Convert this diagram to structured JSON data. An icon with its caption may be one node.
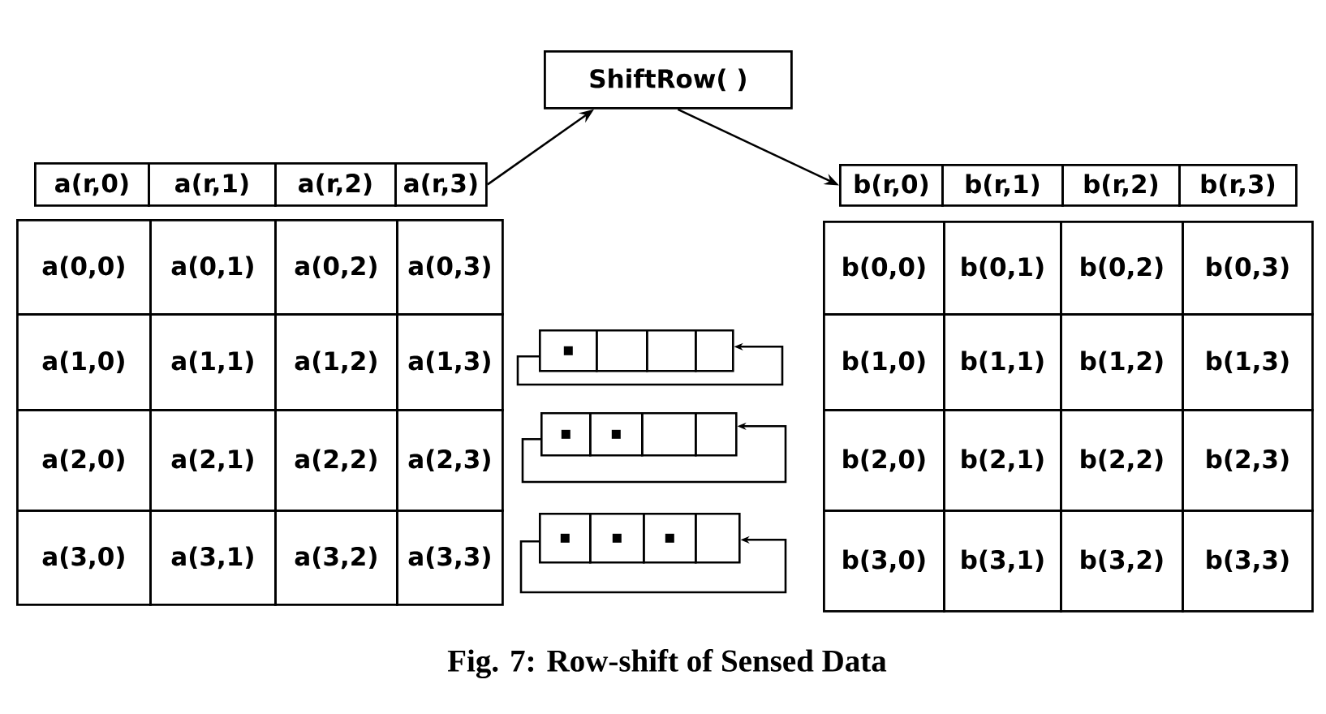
{
  "diagram": {
    "caption": "Fig. 7: Row-shift of Sensed Data",
    "nodes": [
      {
        "text": [
          "ShiftRow( )"
        ]
      },
      {
        "text": [
          "a(r,0)"
        ]
      },
      {
        "text": [
          "a(r,1)"
        ]
      },
      {
        "text": [
          "a(r,2)"
        ]
      },
      {
        "text": [
          "a(r,3)"
        ]
      },
      {
        "text": [
          "b(r,0)"
        ]
      },
      {
        "text": [
          "b(r,1)"
        ]
      },
      {
        "text": [
          "b(r,2)"
        ]
      },
      {
        "text": [
          "b(r,3)"
        ]
      },
      {
        "text": [
          "a(0,0)"
        ]
      },
      {
        "text": [
          "a(0,1)"
        ]
      },
      {
        "text": [
          "a(0,2)"
        ]
      },
      {
        "text": [
          "a(0,3)"
        ]
      },
      {
        "text": [
          "a(1,0)"
        ]
      },
      {
        "text": [
          "a(1,1)"
        ]
      },
      {
        "text": [
          "a(1,2)"
        ]
      },
      {
        "text": [
          "a(1,3)"
        ]
      },
      {
        "text": [
          "a(2,0)"
        ]
      },
      {
        "text": [
          "a(2,1)"
        ]
      },
      {
        "text": [
          "a(2,2)"
        ]
      },
      {
        "text": [
          "a(2,3)"
        ]
      },
      {
        "text": [
          "a(3,0)"
        ]
      },
      {
        "text": [
          "a(3,1)"
        ]
      },
      {
        "text": [
          "a(3,2)"
        ]
      },
      {
        "text": [
          "a(3,3)"
        ]
      },
      {
        "text": [
          "b(0,0)"
        ]
      },
      {
        "text": [
          "b(0,1)"
        ]
      },
      {
        "text": [
          "b(0,2)"
        ]
      },
      {
        "text": [
          "b(0,3)"
        ]
      },
      {
        "text": [
          "b(1,0)"
        ]
      },
      {
        "text": [
          "b(1,1)"
        ]
      },
      {
        "text": [
          "b(1,2)"
        ]
      },
      {
        "text": [
          "b(1,3)"
        ]
      },
      {
        "text": [
          "b(2,0)"
        ]
      },
      {
        "text": [
          "b(2,1)"
        ]
      },
      {
        "text": [
          "b(2,2)"
        ]
      },
      {
        "text": [
          "b(2,3)"
        ]
      },
      {
        "text": [
          "b(3,0)"
        ]
      },
      {
        "text": [
          "b(3,1)"
        ]
      },
      {
        "text": [
          "b(3,2)"
        ]
      },
      {
        "text": [
          "b(3,3)"
        ]
      },
      {
        "text": [],
        "shape": "box"
      },
      {
        "text": [],
        "shape": "dot",
        "in": 41
      },
      {
        "text": [],
        "shape": "box"
      },
      {
        "text": [],
        "shape": "box"
      },
      {
        "text": [],
        "shape": "box"
      },
      {
        "text": [],
        "shape": "box"
      },
      {
        "text": [],
        "shape": "dot",
        "in": 46
      },
      {
        "text": [],
        "shape": "box"
      },
      {
        "text": [],
        "shape": "dot",
        "in": 48
      },
      {
        "text": [],
        "shape": "box"
      },
      {
        "text": [],
        "shape": "box"
      },
      {
        "text": [],
        "shape": "box"
      },
      {
        "text": [],
        "shape": "dot",
        "in": 52
      },
      {
        "text": [],
        "shape": "box"
      },
      {
        "text": [],
        "shape": "dot",
        "in": 54
      },
      {
        "text": [],
        "shape": "box"
      },
      {
        "text": [],
        "shape": "dot",
        "in": 56
      },
      {
        "text": [],
        "shape": "box"
      }
    ],
    "edges": [
      {
        "from": 4,
        "to": 0,
        "arrow": "to"
      },
      {
        "from": 0,
        "to": 5,
        "arrow": "to"
      },
      {
        "from": 41,
        "to": 45,
        "arrow": "to"
      },
      {
        "from": 46,
        "to": 51,
        "arrow": "to"
      },
      {
        "from": 52,
        "to": 58,
        "arrow": "to"
      }
    ]
  }
}
